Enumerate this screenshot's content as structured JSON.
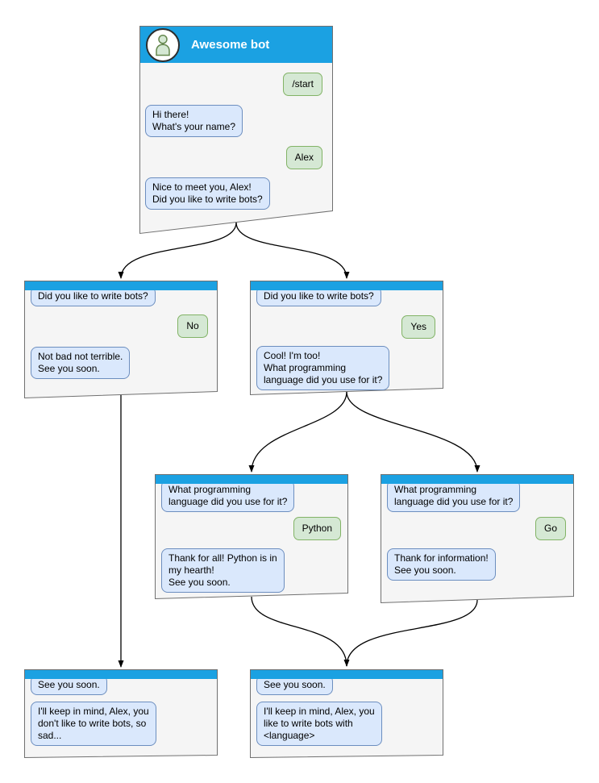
{
  "palette": {
    "header_blue": "#1BA1E2",
    "window_fill": "#F5F5F5",
    "window_border": "#707070",
    "bot_bubble_fill": "#DAE8FC",
    "bot_bubble_border": "#6C8EBF",
    "user_bubble_fill": "#D5E8D4",
    "user_bubble_border": "#82B366",
    "arrow_color": "#000000"
  },
  "main_window": {
    "title": "Awesome bot",
    "messages": [
      {
        "sender": "user",
        "text": "/start"
      },
      {
        "sender": "bot",
        "text": "Hi there!\nWhat's your name?"
      },
      {
        "sender": "user",
        "text": "Alex"
      },
      {
        "sender": "bot",
        "text": "Nice to meet you, Alex!\nDid you like to write bots?"
      }
    ]
  },
  "branch_no": {
    "messages": [
      {
        "sender": "bot",
        "text": "Did you like to write bots?"
      },
      {
        "sender": "user",
        "text": "No"
      },
      {
        "sender": "bot",
        "text": "Not bad not terrible.\nSee you soon."
      }
    ]
  },
  "branch_yes": {
    "messages": [
      {
        "sender": "bot",
        "text": "Did you like to write bots?"
      },
      {
        "sender": "user",
        "text": "Yes"
      },
      {
        "sender": "bot",
        "text": "Cool! I'm too!\nWhat programming\nlanguage did you use for it?"
      }
    ]
  },
  "branch_python": {
    "messages": [
      {
        "sender": "bot",
        "text": "What programming\nlanguage did you use for it?"
      },
      {
        "sender": "user",
        "text": "Python"
      },
      {
        "sender": "bot",
        "text": "Thank for all! Python is in\nmy hearth!\nSee you soon."
      }
    ]
  },
  "branch_go": {
    "messages": [
      {
        "sender": "bot",
        "text": "What programming\nlanguage did you use for it?"
      },
      {
        "sender": "user",
        "text": "Go"
      },
      {
        "sender": "bot",
        "text": "Thank for information!\nSee you soon."
      }
    ]
  },
  "end_no": {
    "messages": [
      {
        "sender": "bot",
        "text": "See you soon."
      },
      {
        "sender": "bot",
        "text": "I'll keep in mind, Alex, you\ndon't like to write bots, so\nsad..."
      }
    ]
  },
  "end_yes": {
    "messages": [
      {
        "sender": "bot",
        "text": "See you soon."
      },
      {
        "sender": "bot",
        "text": "I'll keep in mind, Alex, you\nlike to write bots with\n<language>"
      }
    ]
  }
}
